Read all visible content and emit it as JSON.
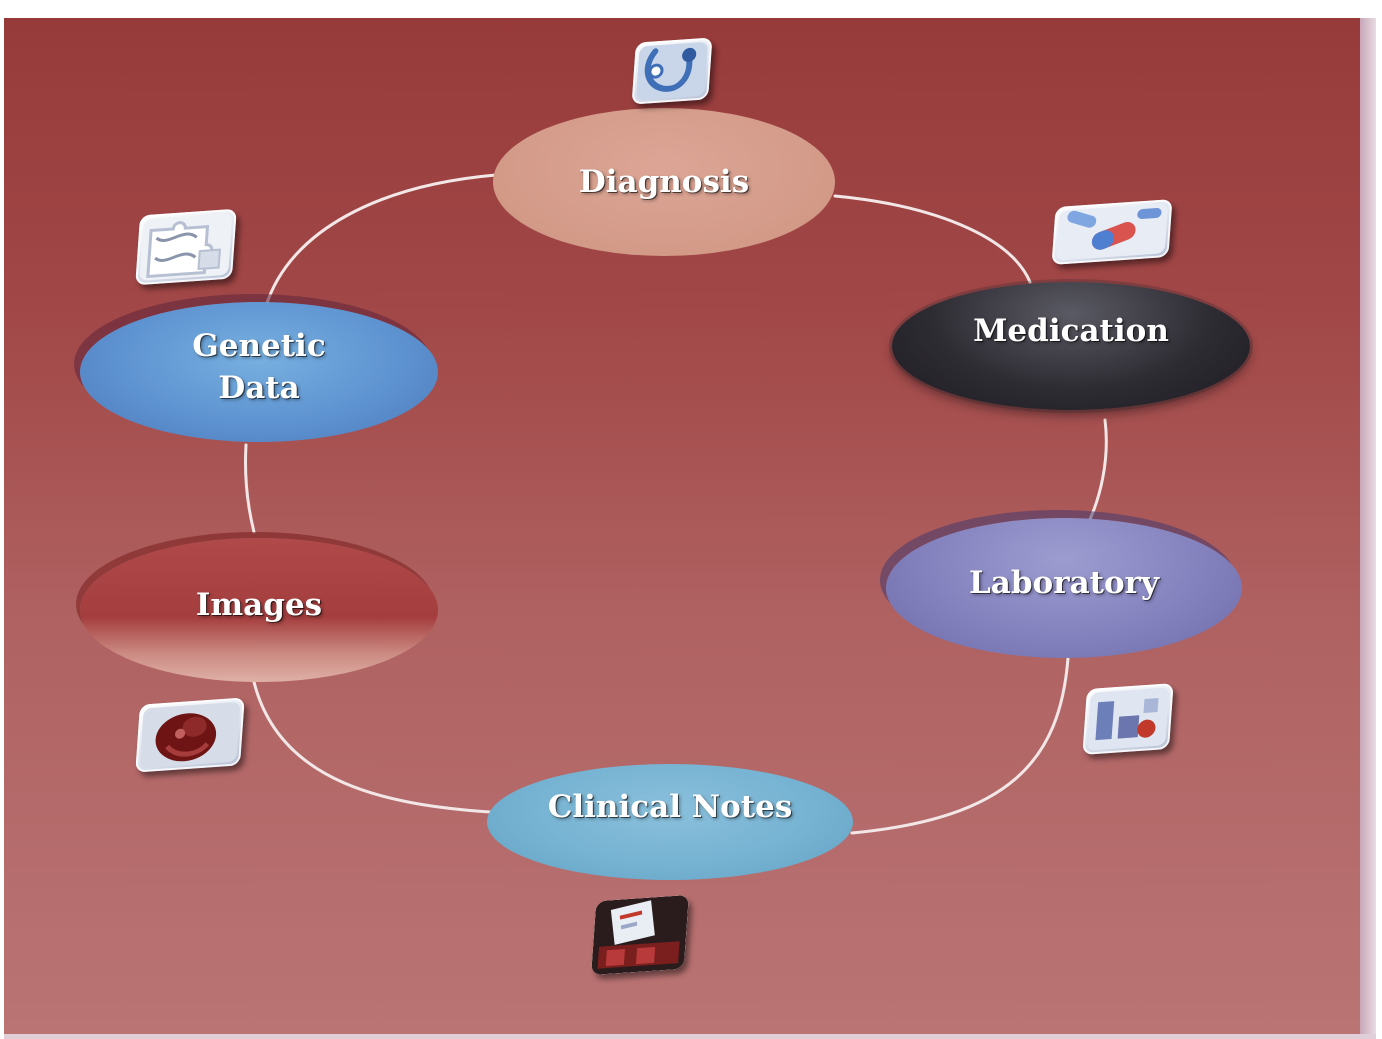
{
  "diagram": {
    "nodes": {
      "diagnosis": "Diagnosis",
      "medication": "Medication",
      "laboratory": "Laboratory",
      "clinical_notes": "Clinical Notes",
      "images": "Images",
      "genetic_data": "Genetic\nData"
    },
    "icons": {
      "diagnosis": "stethoscope-icon",
      "medication": "pills-icon",
      "laboratory": "lab-equipment-icon",
      "clinical_notes": "clinical-notes-icon",
      "images": "fetus-ultrasound-icon",
      "genetic_data": "dna-puzzle-icon"
    },
    "colors": {
      "background_top": "#973a3a",
      "background_bottom": "#ba7474",
      "connector": "#f2e6e6",
      "diagnosis": "#d39a88",
      "medication": "#2e2c33",
      "laboratory": "#8482be",
      "clinical_notes": "#74b1d1",
      "images": "#a43e3e",
      "genetic_data": "#5e93d1"
    }
  }
}
